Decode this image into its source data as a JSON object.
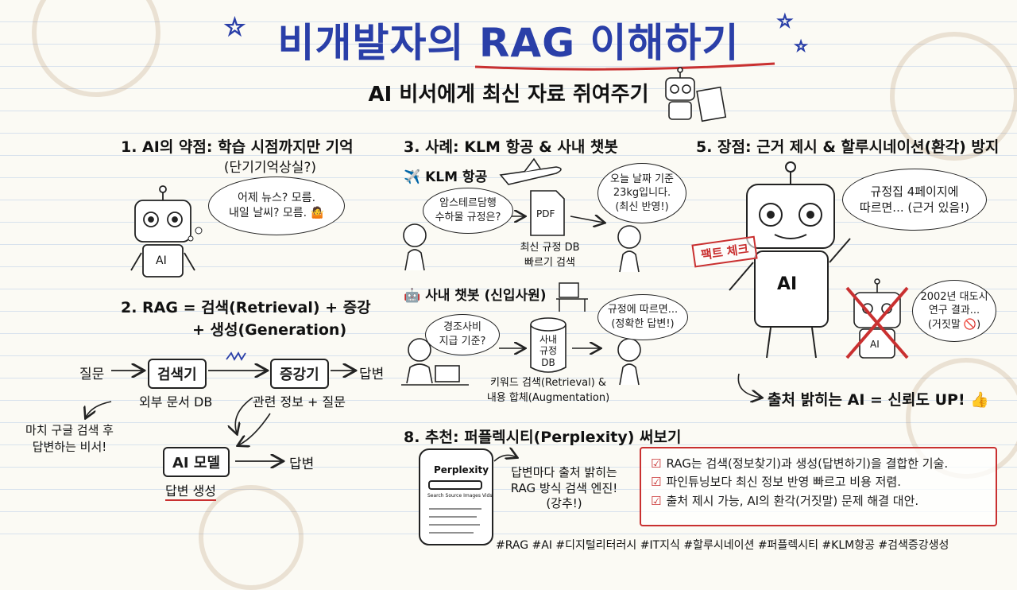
{
  "header": {
    "title": "비개발자의 RAG 이해하기",
    "subtitle": "AI 비서에게 최신 자료 쥐여주기"
  },
  "section1": {
    "heading": "1. AI의 약점: 학습 시점까지만 기억",
    "subheading": "(단기기억상실?)",
    "bubble_line1": "어제 뉴스? 모름.",
    "bubble_line2": "내일 날씨? 모름. 🤷",
    "robot_label": "AI"
  },
  "section2": {
    "heading_line1": "2. RAG = 검색(Retrieval) + 증강",
    "heading_line2": "+ 생성(Generation)",
    "question": "질문",
    "retriever": "검색기",
    "retriever_note": "외부 문서 DB",
    "augmenter": "증강기",
    "augmenter_note": "관련 정보 + 질문",
    "answer1": "답변",
    "side_note_line1": "마치 구글 검색 후",
    "side_note_line2": "답변하는 비서!",
    "model": "AI 모델",
    "model_note": "답변 생성",
    "answer2": "답변"
  },
  "section3": {
    "heading": "3. 사례: KLM 항공 & 사내 챗봇",
    "klm_label": "✈️ KLM 항공",
    "klm_question_line1": "암스테르담행",
    "klm_question_line2": "수하물 규정은?",
    "pdf_label": "PDF",
    "klm_db_line1": "최신 규정 DB",
    "klm_db_line2": "빠르기 검색",
    "klm_answer_line1": "오늘 날짜 기준",
    "klm_answer_line2": "23kg입니다.",
    "klm_answer_line3": "(최신 반영!)",
    "chatbot_label": "🤖 사내 챗봇 (신입사원)",
    "chatbot_question_line1": "경조사비",
    "chatbot_question_line2": "지급 기준?",
    "db_line1": "사내",
    "db_line2": "규정",
    "db_line3": "DB",
    "db_note_line1": "키워드 검색(Retrieval) &",
    "db_note_line2": "내용 합체(Augmentation)",
    "chatbot_answer_line1": "규정에 따르면...",
    "chatbot_answer_line2": "(정확한 답변!)"
  },
  "section5": {
    "heading": "5. 장점: 근거 제시 & 할루시네이션(환각) 방지",
    "bubble_line1": "규정집 4페이지에",
    "bubble_line2": "따르면... (근거 있음!)",
    "stamp": "팩트 체크",
    "robot_label": "AI",
    "small_robot_label": "AI",
    "lie_line1": "2002년 대도시",
    "lie_line2": "연구 결과...",
    "lie_line3": "(거짓말 🚫)",
    "conclusion": "출처 밝히는 AI = 신뢰도 UP! 👍"
  },
  "section8": {
    "heading": "8. 추천: 퍼플렉시티(Perplexity) 써보기",
    "app_name": "Perplexity",
    "tab1": "Search",
    "tab2": "Source",
    "tab3": "Images",
    "tab4": "Vids",
    "note_line1": "답변마다 출처 밝히는",
    "note_line2": "RAG 방식 검색 엔진!",
    "note_line3": "(강추!)"
  },
  "summary": [
    "RAG는 검색(정보찾기)과 생성(답변하기)을 결합한 기술.",
    "파인튜닝보다 최신 정보 반영 빠르고 비용 저렴.",
    "출처 제시 가능, AI의 환각(거짓말) 문제 해결 대안."
  ],
  "hashtags": "#RAG #AI #디지털리터러시 #IT지식 #할루시네이션 #퍼플렉시티 #KLM항공 #검색증강생성",
  "colors": {
    "title_blue": "#2a3fa8",
    "accent_red": "#c93030",
    "paper": "#fbfaf4"
  }
}
